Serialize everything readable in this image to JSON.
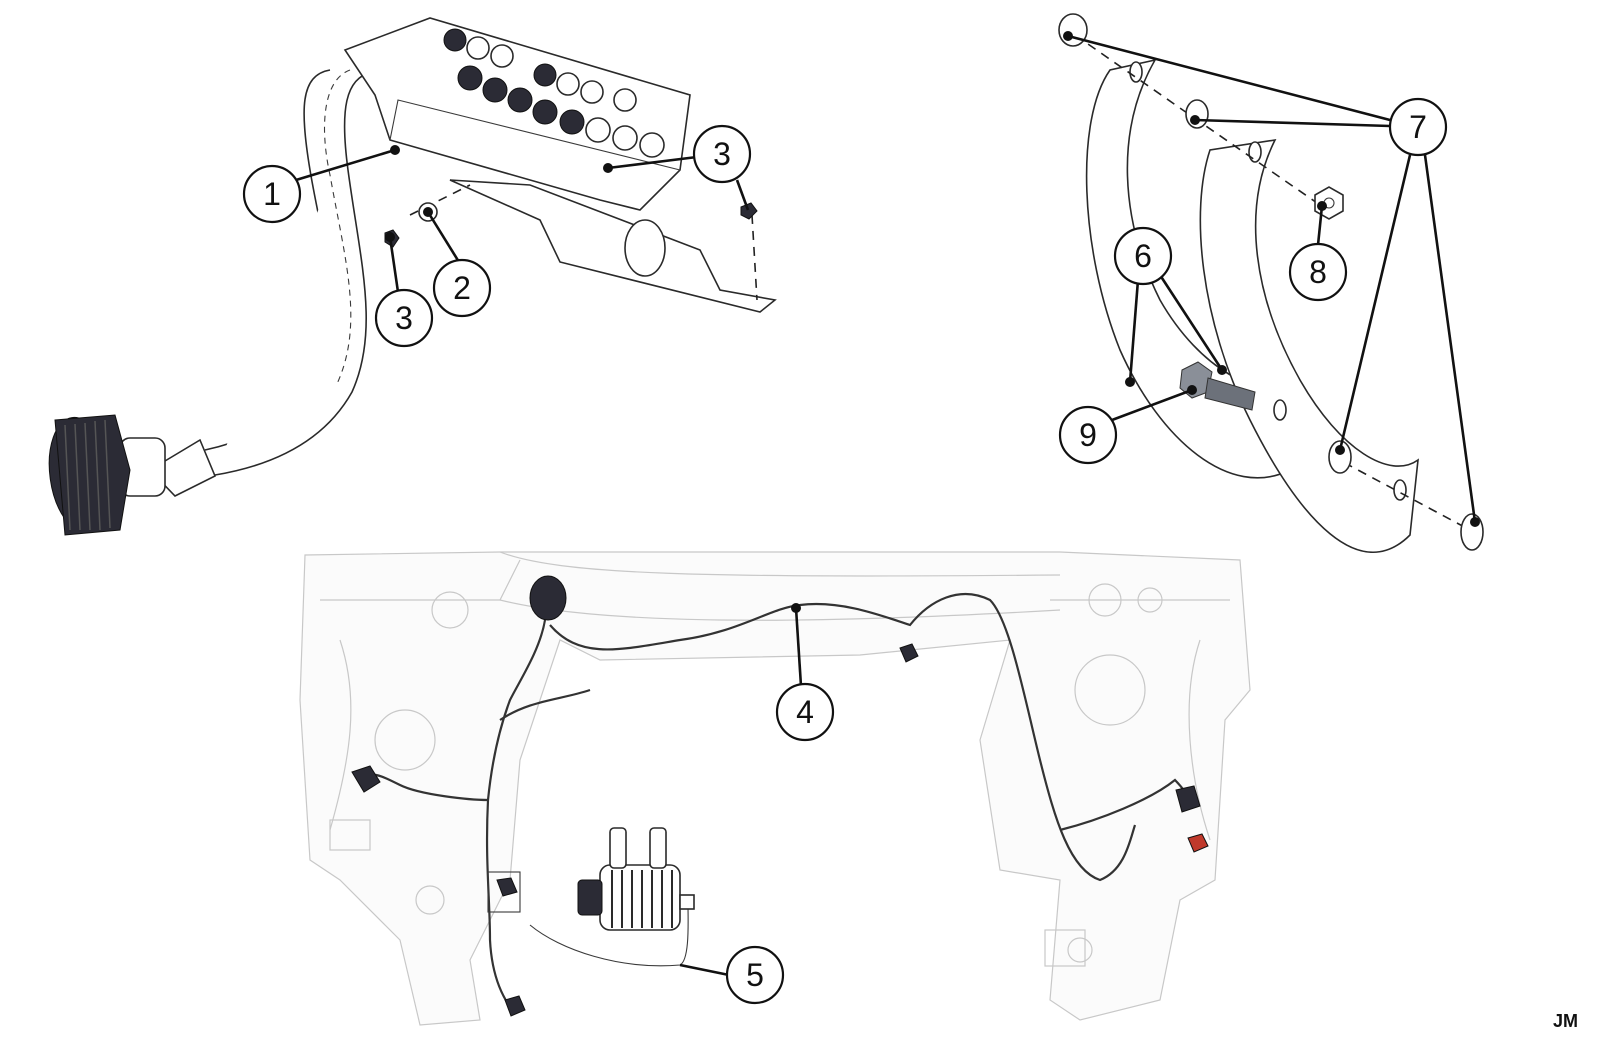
{
  "diagram": {
    "callouts": [
      {
        "id": "c1",
        "label": "1"
      },
      {
        "id": "c2",
        "label": "2"
      },
      {
        "id": "c3a",
        "label": "3"
      },
      {
        "id": "c3b",
        "label": "3"
      },
      {
        "id": "c4",
        "label": "4"
      },
      {
        "id": "c5",
        "label": "5"
      },
      {
        "id": "c6",
        "label": "6"
      },
      {
        "id": "c7",
        "label": "7"
      },
      {
        "id": "c8",
        "label": "8"
      },
      {
        "id": "c9",
        "label": "9"
      }
    ],
    "corner_tag": "JM"
  }
}
